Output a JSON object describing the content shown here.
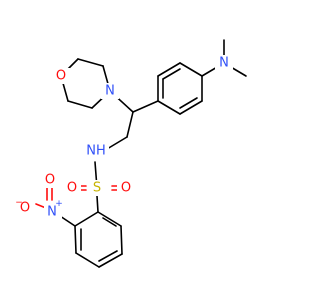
{
  "molecule": {
    "colors": {
      "bond": "#000000",
      "oxygen": "#ff0d0d",
      "nitrogen": "#3050f8",
      "sulfur": "#c8b400",
      "background": "#ffffff"
    },
    "atom_labels": {
      "morpholine_o": "O",
      "morpholine_n": "N",
      "dimethylamino_n": "N",
      "amide_nh": "NH",
      "sulfur": "S",
      "sulfonyl_o_left": "O",
      "sulfonyl_o_right": "O",
      "nitro_n": "N",
      "nitro_n_charge": "+",
      "nitro_o_top": "O",
      "nitro_o_minus": "O",
      "nitro_o_charge": "−"
    }
  }
}
